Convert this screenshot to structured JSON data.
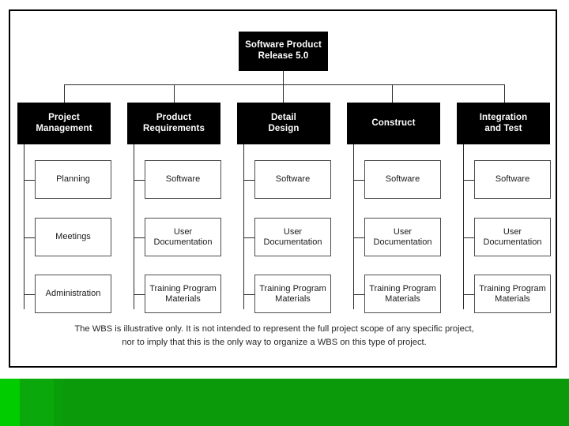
{
  "slide": {
    "type": "work-breakdown-structure",
    "background_color": "#ffffff",
    "frame_border_color": "#000000"
  },
  "chart": {
    "root": {
      "label": "Software Product\nRelease 5.0",
      "fill": "#000000",
      "text_color": "#ffffff"
    },
    "level2_fill": "#000000",
    "level2_text_color": "#ffffff",
    "leaf_fill": "#ffffff",
    "leaf_border_color": "#4d4d4d",
    "leaf_text_color": "#1a1a1a",
    "columns": [
      {
        "label": "Project\nManagement",
        "children": [
          "Planning",
          "Meetings",
          "Administration"
        ]
      },
      {
        "label": "Product\nRequirements",
        "children": [
          "Software",
          "User\nDocumentation",
          "Training Program\nMaterials"
        ]
      },
      {
        "label": "Detail\nDesign",
        "children": [
          "Software",
          "User\nDocumentation",
          "Training Program\nMaterials"
        ]
      },
      {
        "label": "Construct",
        "children": [
          "Software",
          "User\nDocumentation",
          "Training Program\nMaterials"
        ]
      },
      {
        "label": "Integration\nand Test",
        "children": [
          "Software",
          "User\nDocumentation",
          "Training Program\nMaterials"
        ]
      }
    ]
  },
  "caption": {
    "line1": "The WBS is illustrative only. It is not intended to represent the full project scope of any specific project,",
    "line2": "nor to imply that this is the only way to organize a WBS on this type of project."
  },
  "footer": {
    "band_color": "#0a9a0a",
    "stripe_bright_color": "#00cc00",
    "stripe_mid_color": "#0aa80a",
    "stripe_edge_color": "#0a9f0a"
  }
}
